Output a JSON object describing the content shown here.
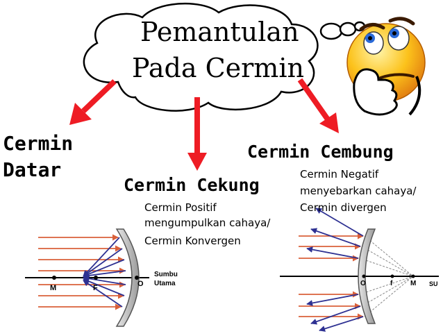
{
  "title": {
    "line1": "Pemantulan",
    "line2": "Pada Cermin"
  },
  "branches": {
    "datar": {
      "line1": "Cermin",
      "line2": "Datar"
    },
    "cekung": {
      "name": "Cermin Cekung",
      "desc1": "Cermin Positif",
      "desc2": "mengumpulkan cahaya/",
      "desc3": "Cermin Konvergen"
    },
    "cembung": {
      "name": "Cermin Cembung",
      "desc1": "Cermin Negatif",
      "desc2": "menyebarkan cahaya/",
      "desc3": "Cermin divergen"
    }
  },
  "concave_diagram": {
    "point_m": "M",
    "point_f": "F",
    "point_o": "O",
    "axis_line1": "Sumbu",
    "axis_line2": "Utama"
  },
  "convex_diagram": {
    "point_o": "O",
    "point_f": "f",
    "point_m": "M",
    "axis": "SU"
  },
  "icons": [
    "thinking-emoji-icon",
    "thought-bubble-icon"
  ],
  "colors": {
    "arrow": "#ee1c24",
    "incident_ray": "#d9603a",
    "reflected_ray": "#2e3192",
    "mirror_fill": "#c8c8c8",
    "emoji_face": "#fcc21b"
  }
}
